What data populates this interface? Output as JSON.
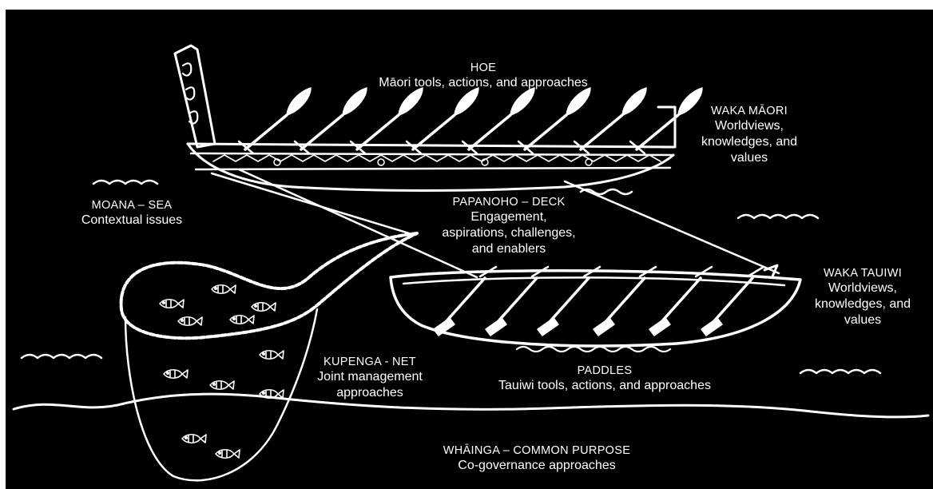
{
  "colors": {
    "background": "#000000",
    "lines": "#ffffff",
    "text": "#ffffff"
  },
  "labels": {
    "hoe": {
      "title": "HOE",
      "desc": [
        "Māori tools, actions, and approaches"
      ]
    },
    "waka_maori": {
      "title": "WAKA MĀORI",
      "desc": [
        "Worldviews,",
        "knowledges, and",
        "values"
      ]
    },
    "moana": {
      "title": "MOANA – SEA",
      "desc": [
        "Contextual issues"
      ]
    },
    "papanoho": {
      "title": "PAPANOHO – DECK",
      "desc": [
        "Engagement,",
        "aspirations, challenges,",
        "and enablers"
      ]
    },
    "waka_tauiwi": {
      "title": "WAKA TAUIWI",
      "desc": [
        "Worldviews,",
        "knowledges, and",
        "values"
      ]
    },
    "kupenga": {
      "title": "KUPENGA - NET",
      "desc": [
        "Joint management",
        "approaches"
      ]
    },
    "paddles": {
      "title": "PADDLES",
      "desc": [
        "Tauiwi tools, actions, and approaches"
      ]
    },
    "whainga": {
      "title": "WHĀINGA – COMMON PURPOSE",
      "desc": [
        "Co-governance approaches"
      ]
    }
  },
  "icons": [
    "waka-maori-canoe-icon",
    "waka-tauiwi-canoe-icon",
    "hoe-paddle-icon",
    "tauiwi-paddle-icon",
    "kupenga-net-icon",
    "fish-icon",
    "wave-icon"
  ]
}
